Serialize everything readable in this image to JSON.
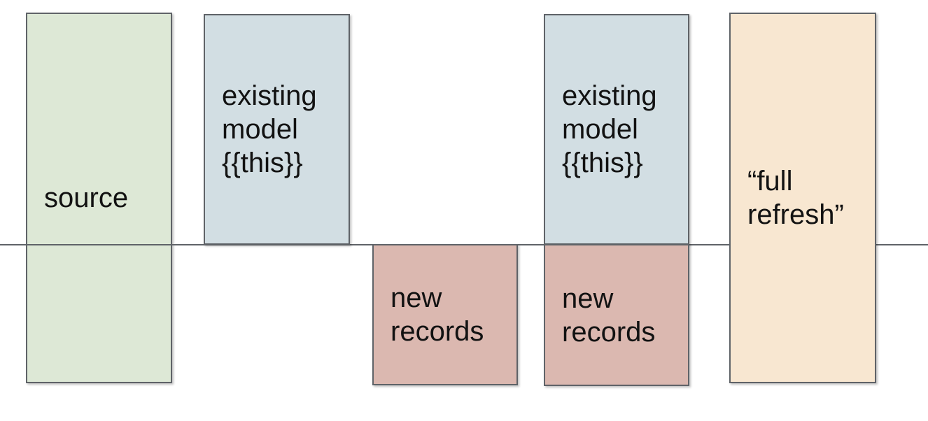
{
  "diagram": {
    "line_color": "#5f6368",
    "border_color": "#5f6368",
    "text_color": "#121212",
    "boxes": {
      "source": {
        "label": "source",
        "fill": "#dde8d6"
      },
      "existing_model_1": {
        "label": "existing\nmodel\n{{this}}",
        "fill": "#d2dee3"
      },
      "new_records_1": {
        "label": "new\nrecords",
        "fill": "#dbb8b0"
      },
      "existing_model_2": {
        "label": "existing\nmodel\n{{this}}",
        "fill": "#d2dee3"
      },
      "new_records_2": {
        "label": "new\nrecords",
        "fill": "#dbb8b0"
      },
      "full_refresh": {
        "label": "“full\nrefresh”",
        "fill": "#f8e7d1"
      }
    }
  }
}
